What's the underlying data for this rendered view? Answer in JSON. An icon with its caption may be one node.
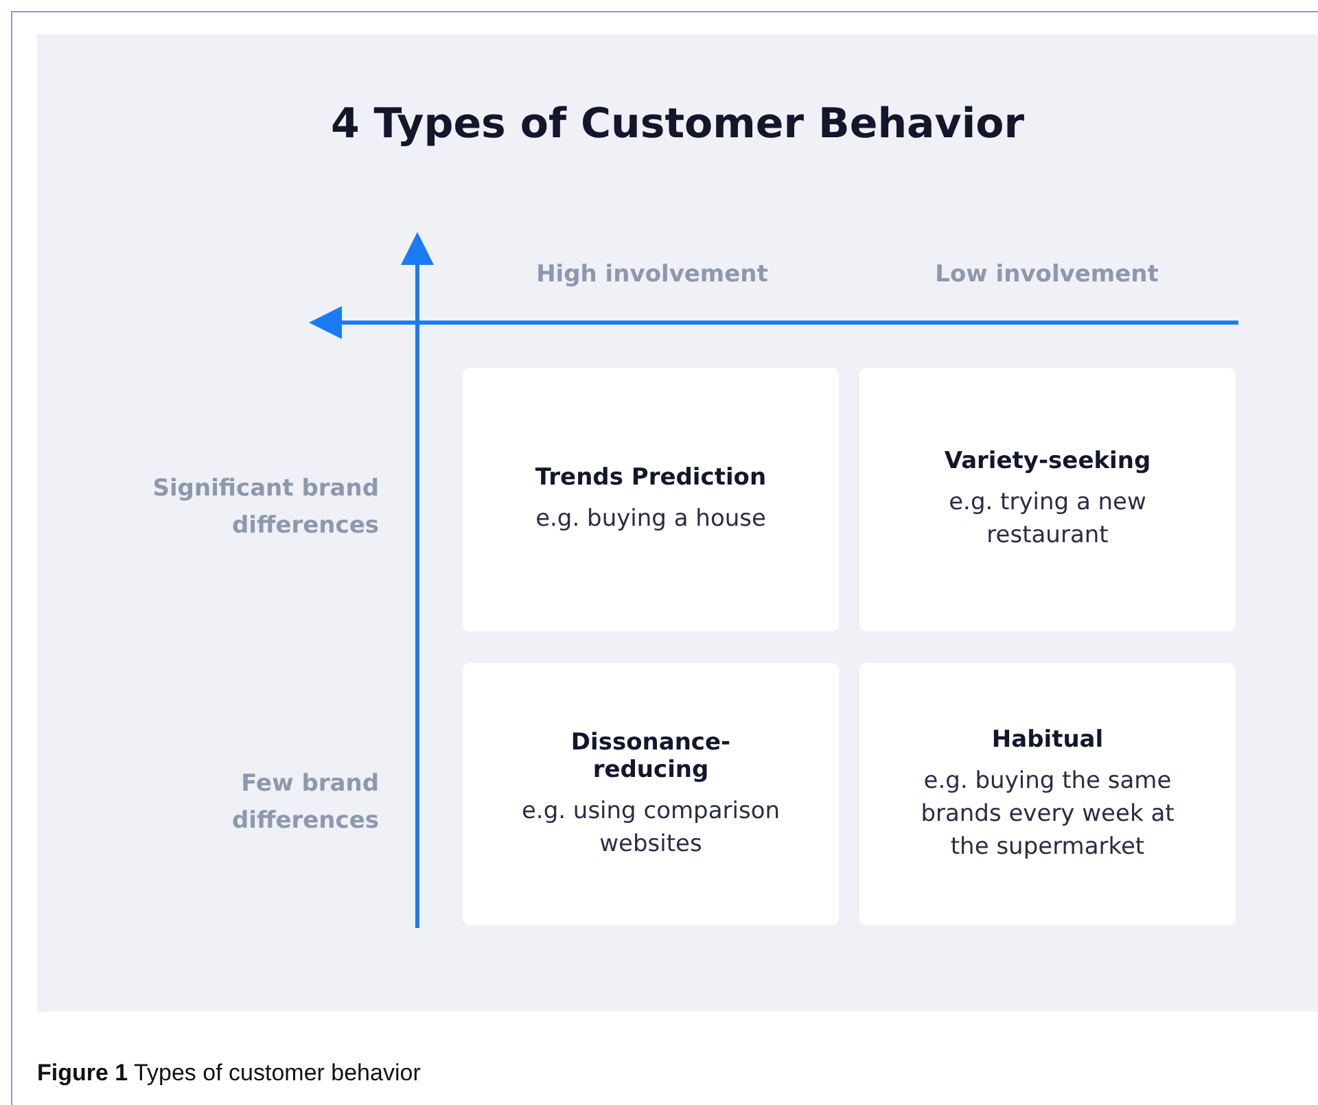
{
  "diagram": {
    "title": "4 Types of Customer Behavior",
    "caption": "**Figure 1** Types of customer behavior",
    "nodes": [
      {
        "text": [
          "Trends Prediction",
          "e.g. buying a house"
        ]
      },
      {
        "text": [
          "Variety-seeking",
          "e.g. trying a new restaurant"
        ]
      },
      {
        "text": [
          "Dissonance-reducing",
          "e.g. using comparison websites"
        ]
      },
      {
        "text": [
          "Habitual",
          "e.g. buying the same brands every week at the supermarket"
        ]
      }
    ],
    "labels": [
      "High involvement",
      "Low involvement",
      "Significant brand differences",
      "Few brand differences"
    ]
  }
}
